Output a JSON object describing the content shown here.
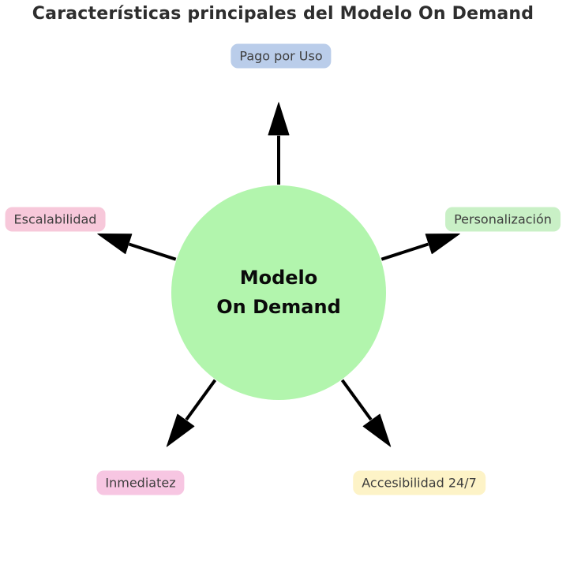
{
  "title": "Características principales del Modelo On Demand",
  "center_node": {
    "label_line1": "Modelo",
    "label_line2": "On Demand",
    "fill": "#b2f5ad",
    "text_color": "#0a0a0a"
  },
  "arrow_color": "#000000",
  "features": {
    "pago_por_uso": {
      "label": "Pago por Uso",
      "fill": "#bacdea"
    },
    "escalabilidad": {
      "label": "Escalabilidad",
      "fill": "#f7c8da"
    },
    "personalizacion": {
      "label": "Personalización",
      "fill": "#c9f0c6"
    },
    "inmediatez": {
      "label": "Inmediatez",
      "fill": "#f7c6e2"
    },
    "accesibilidad_24_7": {
      "label": "Accesibilidad 24/7",
      "fill": "#fdf3c7"
    }
  },
  "text_colors": {
    "title": "#2e2e2e",
    "feature_label": "#3d3d3d"
  }
}
